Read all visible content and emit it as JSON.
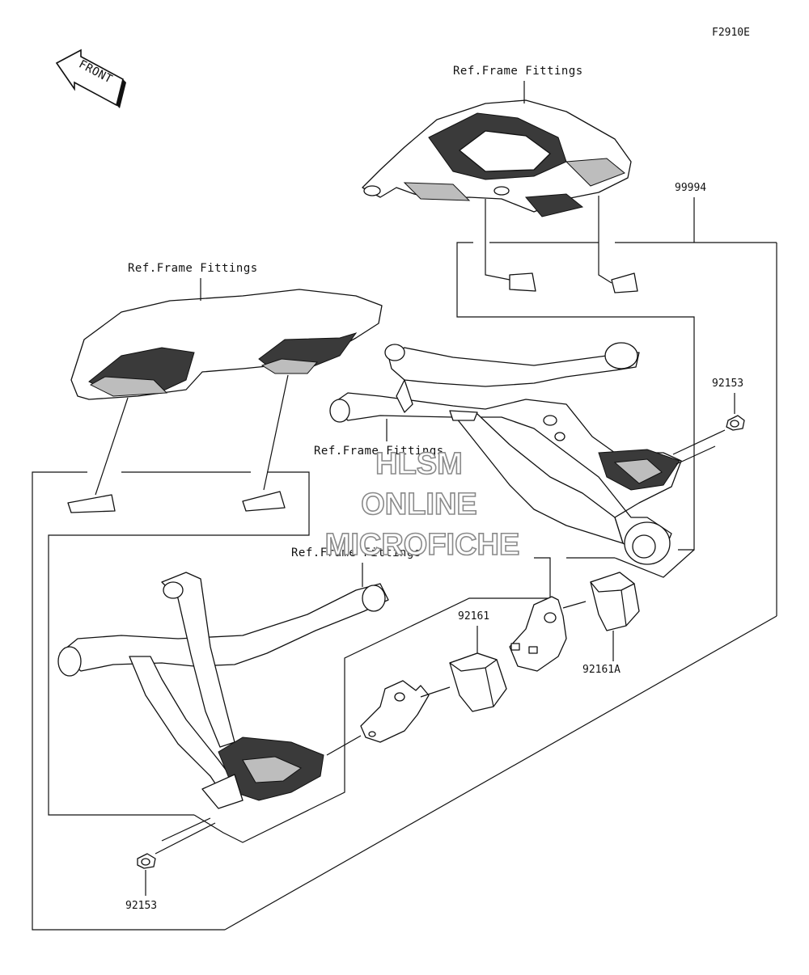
{
  "diagram": {
    "code": "F2910E",
    "front_label": "FRONT",
    "ref_labels": [
      "Ref.Frame Fittings",
      "Ref.Frame Fittings",
      "Ref.Frame Fittings",
      "Ref.Frame Fittings"
    ],
    "part_numbers": {
      "kit": "99994",
      "bolt_right": "92153",
      "bolt_left": "92153",
      "slider_left": "92161",
      "slider_right": "92161A"
    },
    "watermark": [
      "HLSM",
      "ONLINE",
      "MICROFICHE"
    ],
    "colors": {
      "line": "#111111",
      "watermark_outline": "#8a8a8a",
      "shading": "#3a3a3a"
    }
  }
}
